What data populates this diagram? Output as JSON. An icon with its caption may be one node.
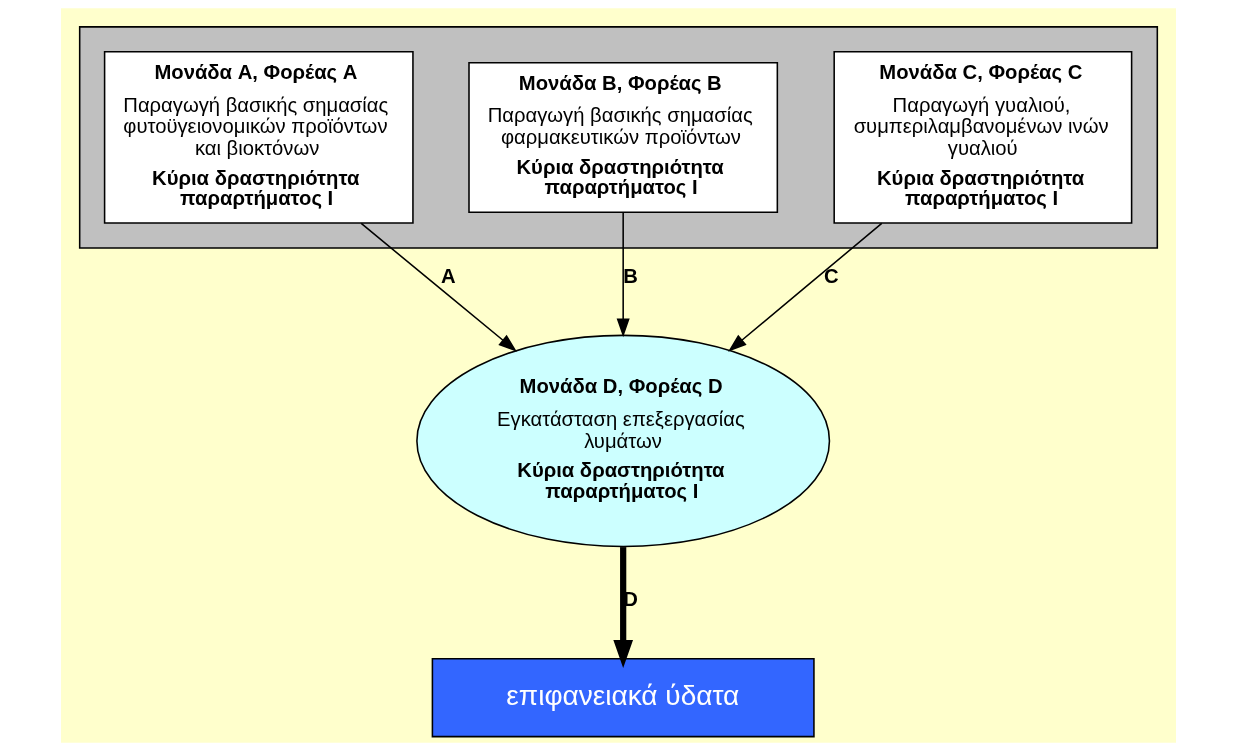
{
  "diagram": {
    "nodes": [
      {
        "text": [],
        "shape": "box"
      },
      {
        "text": [
          "Μονάδα A, Φορέας A",
          "Παραγωγή βασικής σημασίας φυτοϋγειονομικών προϊόντων και βιοκτόνων",
          "Κύρια δραστηριότητα παραρτήματος I"
        ],
        "in": 0
      },
      {
        "text": [
          "Μονάδα B, Φορέας B",
          "Παραγωγή βασικής σημασίας φαρμακευτικών προϊόντων",
          "Κύρια δραστηριότητα παραρτήματος I"
        ],
        "in": 0
      },
      {
        "text": [
          "Μονάδα C, Φορέας C",
          "Παραγωγή γυαλιού, συμπεριλαμβανομένων ινών γυαλιού",
          "Κύρια δραστηριότητα παραρτήματος I"
        ],
        "in": 0
      },
      {
        "text": [
          "Μονάδα D, Φορέας D",
          "Εγκατάσταση επεξεργασίας λυμάτων",
          "Κύρια δραστηριότητα παραρτήματος I"
        ]
      },
      {
        "text": [
          "επιφανειακά ύδατα"
        ]
      }
    ],
    "edges": [
      {
        "from": 1,
        "to": 4,
        "arrow": "to",
        "label": "A"
      },
      {
        "from": 2,
        "to": 4,
        "arrow": "to",
        "label": "B"
      },
      {
        "from": 3,
        "to": 4,
        "arrow": "to",
        "label": "C"
      },
      {
        "from": 4,
        "to": 5,
        "arrow": "to",
        "label": "D",
        "style": "thick"
      }
    ]
  }
}
